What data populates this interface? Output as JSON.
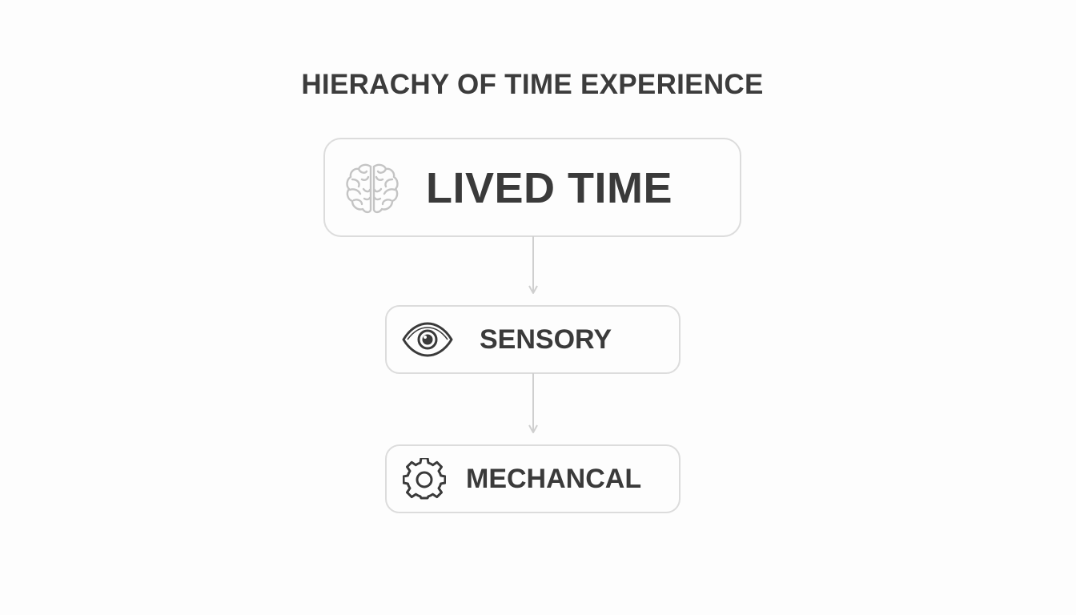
{
  "diagram": {
    "title": "HIERACHY OF TIME EXPERIENCE",
    "nodes": [
      {
        "label": "LIVED TIME",
        "icon": "brain-icon"
      },
      {
        "label": "SENSORY",
        "icon": "eye-icon"
      },
      {
        "label": "MECHANCAL",
        "icon": "gear-icon"
      }
    ]
  },
  "colors": {
    "background": "#fdfdfd",
    "text": "#3a3a3a",
    "border": "#dcdcdc",
    "connector": "#cfcfcf",
    "brain_icon": "#c4c4c4"
  }
}
